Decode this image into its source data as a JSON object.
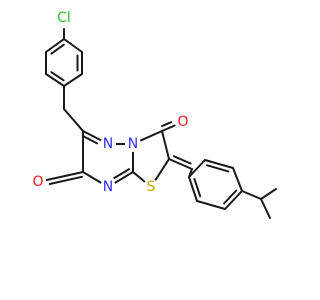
{
  "molecule": {
    "colors": {
      "bond": "#1a1a1a",
      "carbon": "#1a1a1a",
      "nitrogen": "#2f2fff",
      "oxygen": "#ff1a1a",
      "sulfur": "#c8a000",
      "chlorine": "#2fbf2f"
    },
    "labels": {
      "chlorine": "Cl",
      "oxygen_top": "O",
      "oxygen_left": "O",
      "nitrogen_ring_top": "N",
      "nitrogen_ring_bridge": "N",
      "nitrogen_ring_bottom": "N",
      "sulfur": "S"
    }
  }
}
